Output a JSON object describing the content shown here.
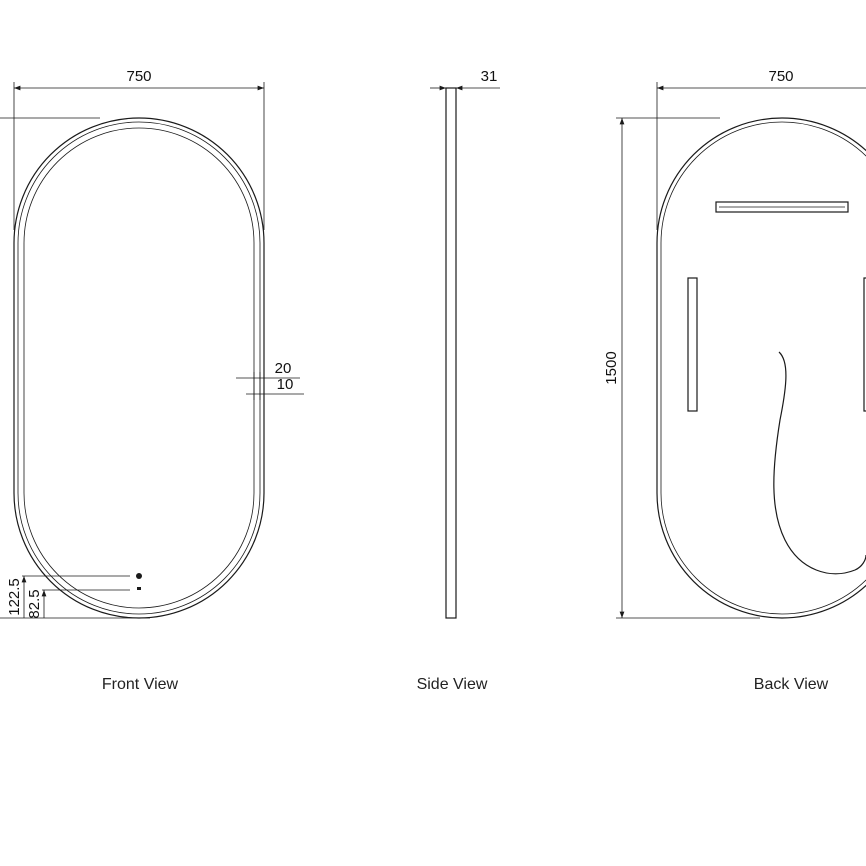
{
  "front_view": {
    "caption": "Front View",
    "width_dim": "750",
    "frame_dim": "20",
    "gap_dim": "10",
    "button1_height_dim": "122.5",
    "button2_height_dim": "82.5"
  },
  "side_view": {
    "caption": "Side View",
    "depth_dim": "31"
  },
  "back_view": {
    "caption": "Back View",
    "width_dim": "750",
    "height_dim": "1500"
  },
  "colors": {
    "line": "#1a1a1a",
    "background": "#ffffff"
  }
}
